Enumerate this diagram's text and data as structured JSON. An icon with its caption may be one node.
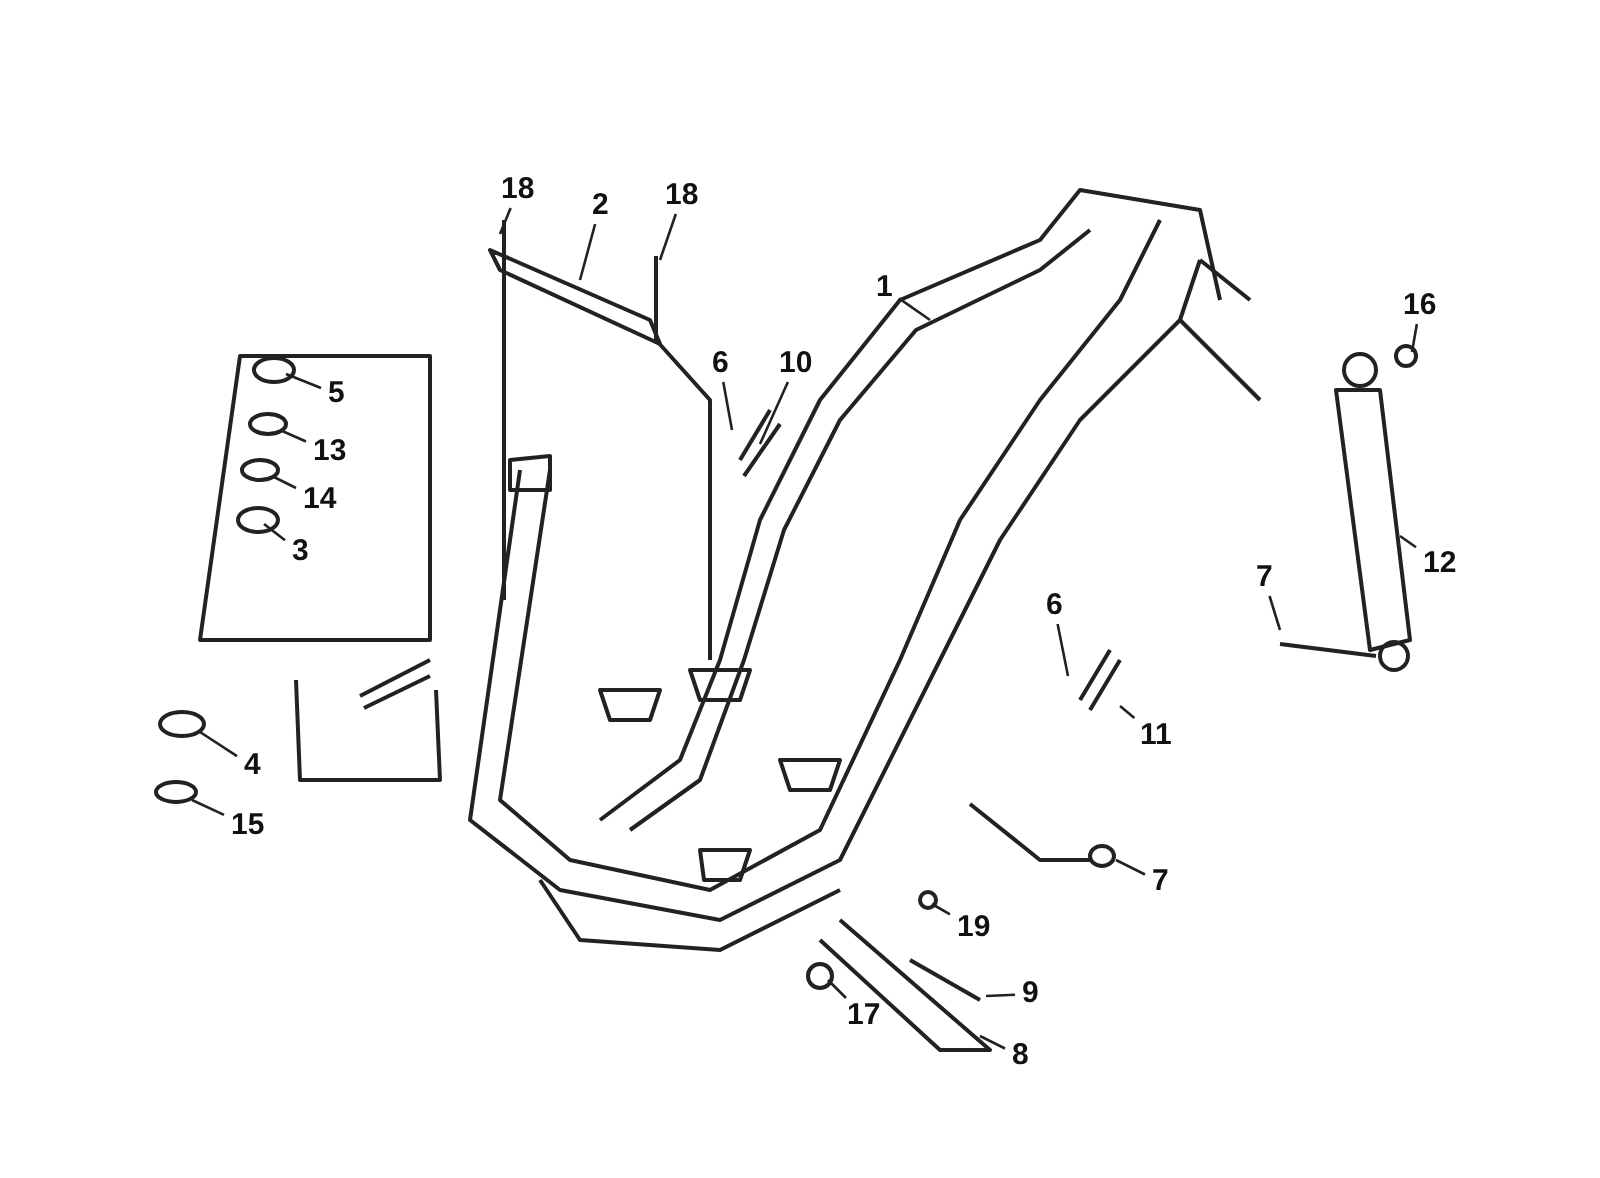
{
  "diagram": {
    "nodes": [
      {
        "text": [
          "18"
        ]
      },
      {
        "text": [
          "18"
        ]
      },
      {
        "text": [
          "2"
        ]
      },
      {
        "text": [
          "1"
        ]
      },
      {
        "text": [
          "16"
        ]
      },
      {
        "text": [
          "6"
        ]
      },
      {
        "text": [
          "10"
        ]
      },
      {
        "text": [
          "5"
        ]
      },
      {
        "text": [
          "13"
        ]
      },
      {
        "text": [
          "14"
        ]
      },
      {
        "text": [
          "3"
        ]
      },
      {
        "text": [
          "12"
        ]
      },
      {
        "text": [
          "7"
        ]
      },
      {
        "text": [
          "6"
        ]
      },
      {
        "text": [
          "11"
        ]
      },
      {
        "text": [
          "4"
        ]
      },
      {
        "text": [
          "15"
        ]
      },
      {
        "text": [
          "7"
        ]
      },
      {
        "text": [
          "19"
        ]
      },
      {
        "text": [
          "9"
        ]
      },
      {
        "text": [
          "17"
        ]
      },
      {
        "text": [
          "8"
        ]
      }
    ],
    "edges": [
      {
        "from": 0,
        "to": null,
        "arrow": "none"
      },
      {
        "from": 1,
        "to": null,
        "arrow": "none"
      },
      {
        "from": 2,
        "to": null,
        "arrow": "none"
      },
      {
        "from": 3,
        "to": null,
        "arrow": "none"
      },
      {
        "from": 4,
        "to": null,
        "arrow": "none"
      },
      {
        "from": 5,
        "to": null,
        "arrow": "none"
      },
      {
        "from": 6,
        "to": null,
        "arrow": "none"
      },
      {
        "from": 7,
        "to": null,
        "arrow": "none"
      },
      {
        "from": 8,
        "to": null,
        "arrow": "none"
      },
      {
        "from": 9,
        "to": null,
        "arrow": "none"
      },
      {
        "from": 10,
        "to": null,
        "arrow": "none"
      },
      {
        "from": 11,
        "to": null,
        "arrow": "none"
      },
      {
        "from": 12,
        "to": null,
        "arrow": "none"
      },
      {
        "from": 13,
        "to": null,
        "arrow": "none"
      },
      {
        "from": 14,
        "to": null,
        "arrow": "none"
      },
      {
        "from": 15,
        "to": null,
        "arrow": "none"
      },
      {
        "from": 16,
        "to": null,
        "arrow": "none"
      },
      {
        "from": 17,
        "to": null,
        "arrow": "none"
      },
      {
        "from": 18,
        "to": null,
        "arrow": "none"
      },
      {
        "from": 19,
        "to": null,
        "arrow": "none"
      },
      {
        "from": 20,
        "to": null,
        "arrow": "none"
      },
      {
        "from": 21,
        "to": null,
        "arrow": "none"
      }
    ]
  }
}
